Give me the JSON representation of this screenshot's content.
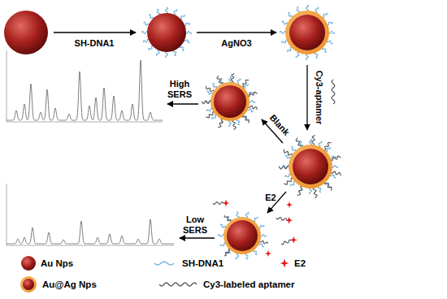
{
  "diagram": {
    "labels": [
      "SH-DNA1",
      "AgNO3",
      "Cy3-aptamer",
      "High SERS",
      "Blank",
      "E2",
      "Low SERS"
    ],
    "legend": [
      {
        "text": "Au Nps"
      },
      {
        "text": "SH-DNA1"
      },
      {
        "text": "E2"
      },
      {
        "text": "Au@Ag Nps"
      },
      {
        "text": "Cy3-labeled aptamer"
      }
    ]
  }
}
